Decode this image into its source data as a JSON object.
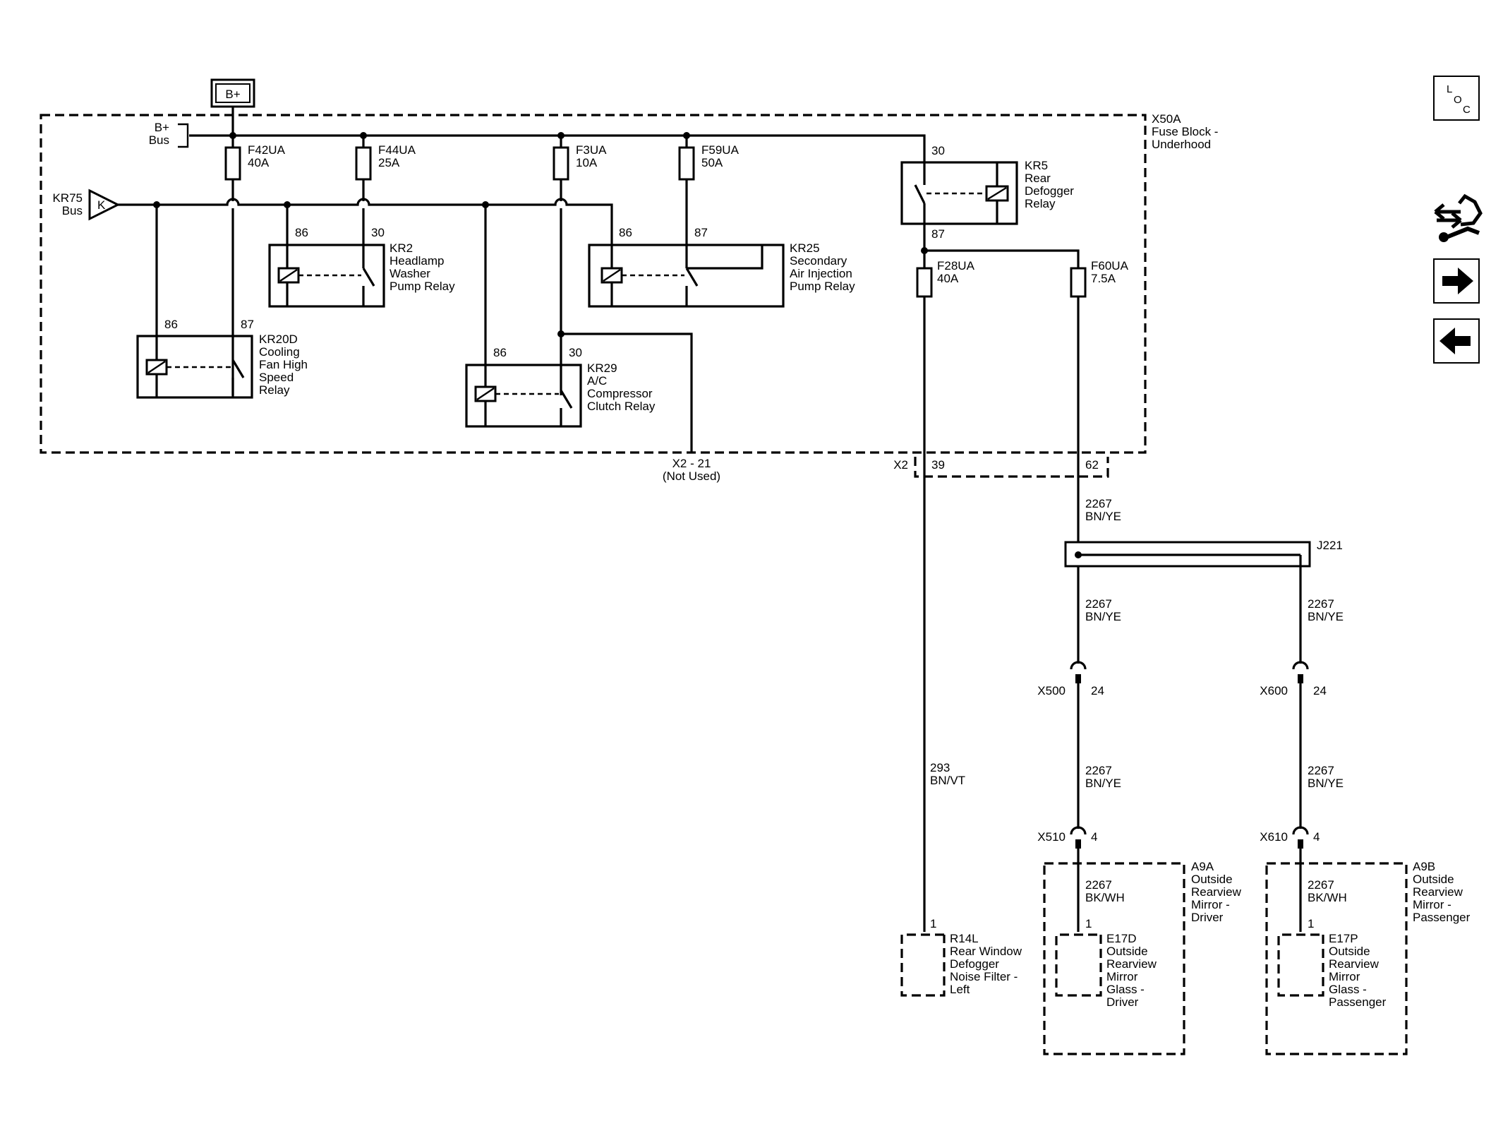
{
  "b_plus": "B+",
  "bplus_bus": [
    "B+",
    "Bus"
  ],
  "kr75_bus": [
    "KR75",
    "Bus"
  ],
  "kr75_pin": "K",
  "fuse_block": [
    "X50A",
    "Fuse Block -",
    "Underhood"
  ],
  "fuses": [
    {
      "name": "F42UA",
      "rating": "40A"
    },
    {
      "name": "F44UA",
      "rating": "25A"
    },
    {
      "name": "F3UA",
      "rating": "10A"
    },
    {
      "name": "F59UA",
      "rating": "50A"
    },
    {
      "name": "F28UA",
      "rating": "40A"
    },
    {
      "name": "F60UA",
      "rating": "7.5A"
    }
  ],
  "relays": {
    "kr2": {
      "lines": [
        "KR2",
        "Headlamp",
        "Washer",
        "Pump Relay"
      ],
      "pins": [
        "86",
        "30"
      ]
    },
    "kr25": {
      "lines": [
        "KR25",
        "Secondary",
        "Air Injection",
        "Pump Relay"
      ],
      "pins": [
        "86",
        "87"
      ]
    },
    "kr20d": {
      "lines": [
        "KR20D",
        "Cooling",
        "Fan High",
        "Speed",
        "Relay"
      ],
      "pins": [
        "86",
        "87"
      ]
    },
    "kr29": {
      "lines": [
        "KR29",
        "A/C",
        "Compressor",
        "Clutch Relay"
      ],
      "pins": [
        "86",
        "30"
      ]
    },
    "kr5": {
      "lines": [
        "KR5",
        "Rear",
        "Defogger",
        "Relay"
      ],
      "pins": [
        "30",
        "87"
      ]
    }
  },
  "x2_21": [
    "X2 - 21",
    "(Not Used)"
  ],
  "x2": {
    "label": "X2",
    "pin39": "39",
    "pin62": "62"
  },
  "circuits": {
    "c2267_bnye": [
      "2267",
      "BN/YE"
    ],
    "c2267_bkwh": [
      "2267",
      "BK/WH"
    ],
    "c293_bnvt": [
      "293",
      "BN/VT"
    ]
  },
  "splice": "J221",
  "connectors": {
    "x500": {
      "name": "X500",
      "pin": "24"
    },
    "x600": {
      "name": "X600",
      "pin": "24"
    },
    "x510": {
      "name": "X510",
      "pin": "4"
    },
    "x610": {
      "name": "X610",
      "pin": "4"
    }
  },
  "components": {
    "r14l": {
      "lines": [
        "R14L",
        "Rear Window",
        "Defogger",
        "Noise Filter -",
        "Left"
      ],
      "pin": "1"
    },
    "a9a": {
      "lines": [
        "A9A",
        "Outside",
        "Rearview",
        "Mirror -",
        "Driver"
      ]
    },
    "a9b": {
      "lines": [
        "A9B",
        "Outside",
        "Rearview",
        "Mirror -",
        "Passenger"
      ]
    },
    "e17d": {
      "lines": [
        "E17D",
        "Outside",
        "Rearview",
        "Mirror",
        "Glass -",
        "Driver"
      ],
      "pin": "1"
    },
    "e17p": {
      "lines": [
        "E17P",
        "Outside",
        "Rearview",
        "Mirror",
        "Glass -",
        "Passenger"
      ],
      "pin": "1"
    }
  },
  "nav": {
    "loc": [
      "L",
      "O",
      "C"
    ]
  }
}
